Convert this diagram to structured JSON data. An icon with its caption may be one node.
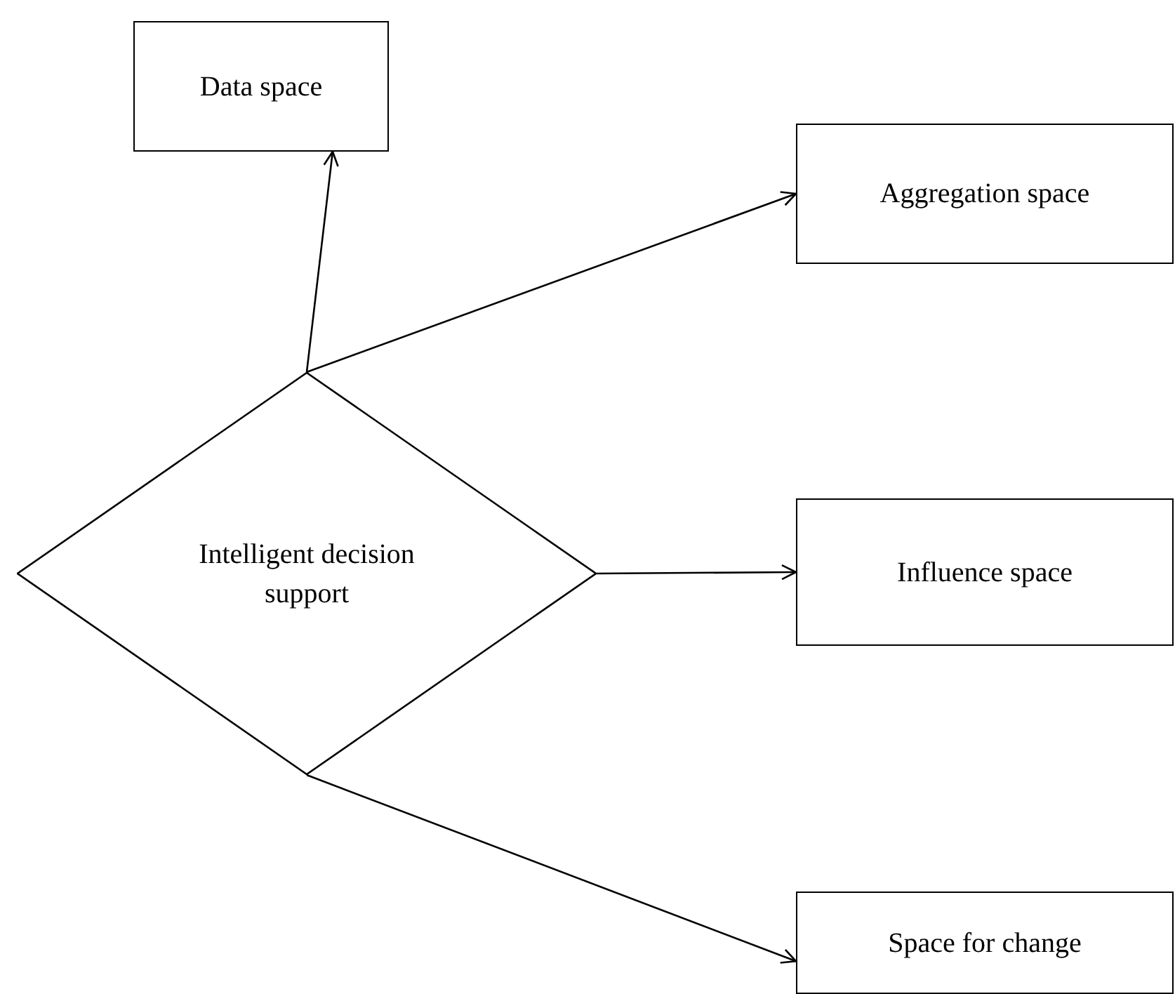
{
  "diagram": {
    "nodes": [
      {
        "text": [
          "Intelligent decision support"
        ]
      },
      {
        "text": [
          "Data space"
        ]
      },
      {
        "text": [
          "Aggregation space"
        ]
      },
      {
        "text": [
          "Influence space"
        ]
      },
      {
        "text": [
          "Space for change"
        ]
      }
    ],
    "edges": [
      {
        "from": 0,
        "to": 1,
        "arrow": "to"
      },
      {
        "from": 0,
        "to": 2,
        "arrow": "to"
      },
      {
        "from": 0,
        "to": 3,
        "arrow": "to"
      },
      {
        "from": 0,
        "to": 4,
        "arrow": "to"
      }
    ]
  }
}
